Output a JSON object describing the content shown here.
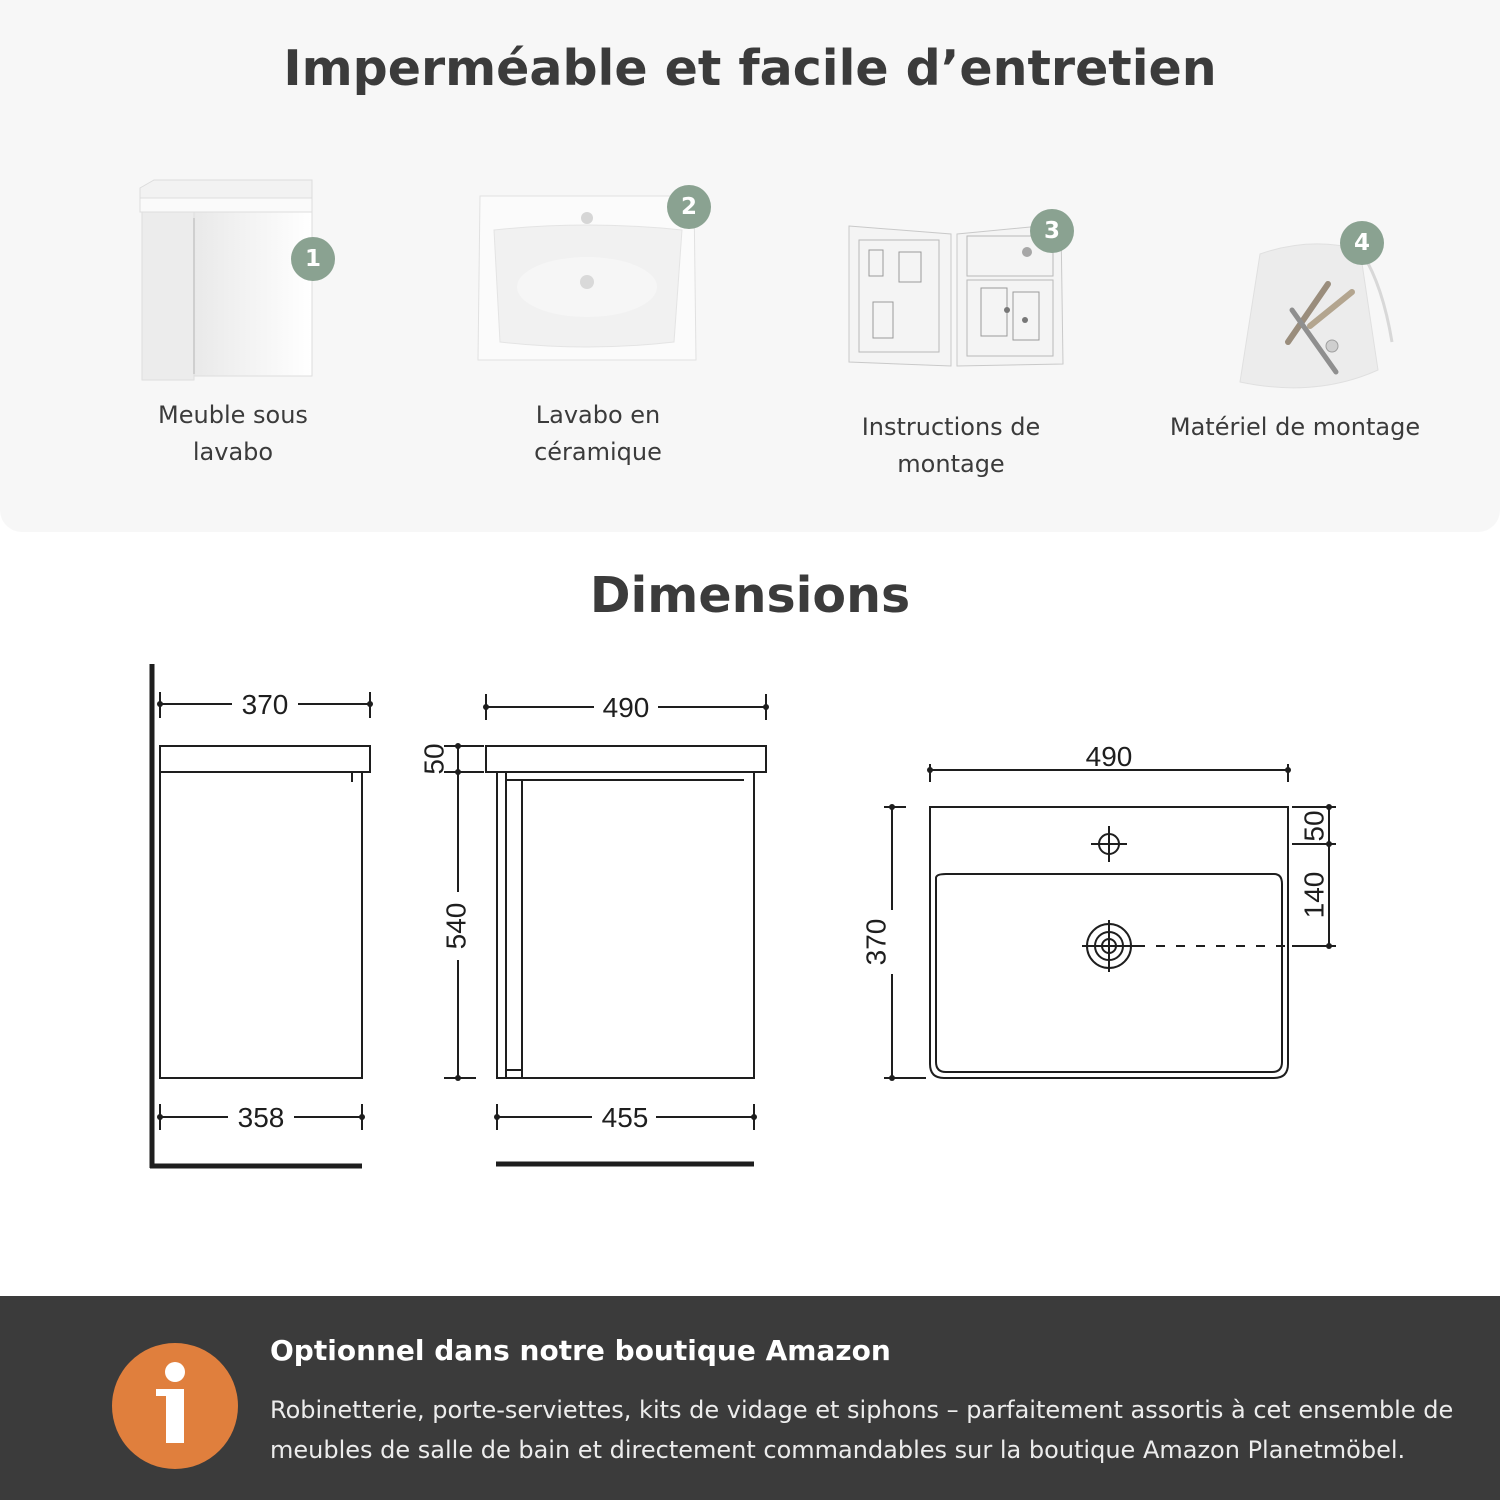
{
  "top_section": {
    "title": "Imperméable et facile d’entretien",
    "items": [
      {
        "number": "1",
        "label": "Meuble sous\nlavabo"
      },
      {
        "number": "2",
        "label": "Lavabo en\ncéramique"
      },
      {
        "number": "3",
        "label": "Instructions de\nmontage"
      },
      {
        "number": "4",
        "label": "Matériel de montage"
      }
    ]
  },
  "dimensions": {
    "title": "Dimensions",
    "side_view": {
      "top_width": "370",
      "bottom_width": "358"
    },
    "front_view": {
      "top_width": "490",
      "top_thickness": "50",
      "height": "540",
      "bottom_width": "455"
    },
    "basin_view": {
      "width": "490",
      "depth": "370",
      "tap_offset": "50",
      "drain_offset": "140"
    }
  },
  "info": {
    "title": "Optionnel dans notre boutique Amazon",
    "text": "Robinetterie, porte-serviettes, kits de vidage et siphons – parfaitement assortis à cet ensemble de meubles de salle de bain et directement commandables sur la boutique Amazon Planetmöbel."
  },
  "colors": {
    "badge": "#8aa291",
    "info_accent": "#e07f3d",
    "footer_bg": "#3b3b3b"
  }
}
